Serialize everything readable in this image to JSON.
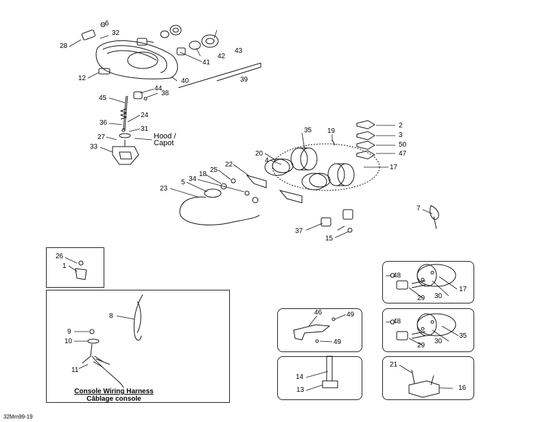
{
  "diagram_id": "32Mm99-19",
  "labels": {
    "n1": "1",
    "n2": "2",
    "n3": "3",
    "n4": "4",
    "n5": "5",
    "n6": "6",
    "n7": "7",
    "n8": "8",
    "n9": "9",
    "n10": "10",
    "n11": "11",
    "n12": "12",
    "n13": "13",
    "n14": "14",
    "n15": "15",
    "n16": "16",
    "n17": "17",
    "n17b": "17",
    "n18": "18",
    "n19": "19",
    "n20": "20",
    "n21": "21",
    "n22": "22",
    "n23": "23",
    "n24": "24",
    "n25": "25",
    "n26": "26",
    "n27": "27",
    "n28": "28",
    "n29": "29",
    "n29b": "29",
    "n30": "30",
    "n30b": "30",
    "n31": "31",
    "n32": "32",
    "n33": "33",
    "n34": "34",
    "n35": "35",
    "n35b": "35",
    "n36": "36",
    "n37": "37",
    "n38": "38",
    "n39": "39",
    "n40": "40",
    "n41": "41",
    "n42": "42",
    "n43": "43",
    "n44": "44",
    "n45": "45",
    "n46": "46",
    "n47": "47",
    "n48": "48",
    "n48b": "48",
    "n49": "49",
    "n49b": "49",
    "n50": "50"
  },
  "hood_label_en": "Hood /",
  "hood_label_fr": "Capot",
  "harness_title_en": "Console Wiring Harness",
  "harness_title_fr": "Câblage console"
}
